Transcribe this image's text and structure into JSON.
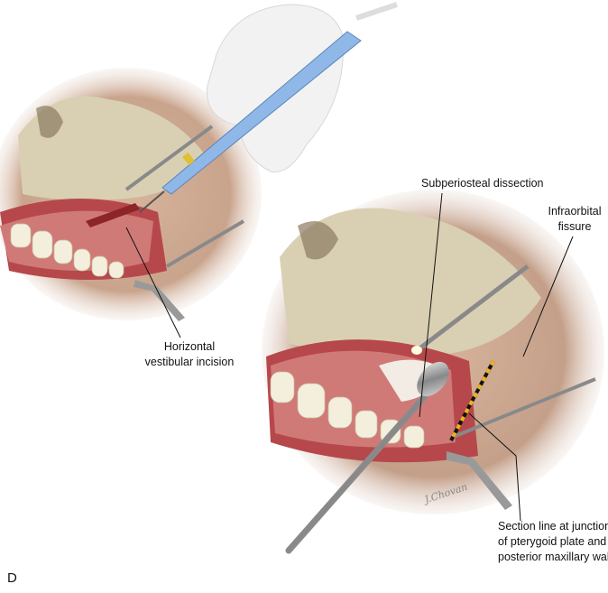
{
  "figure_letter": "D",
  "signature": "J.Chovan",
  "labels": {
    "subperiosteal": "Subperiosteal dissection",
    "infraorbital_1": "Infraorbital",
    "infraorbital_2": "fissure",
    "horizontal_1": "Horizontal",
    "horizontal_2": "vestibular incision",
    "section_1": "Section line at junction",
    "section_2": "of pterygoid plate and",
    "section_3": "posterior maxillary wall"
  },
  "colors": {
    "skin": "#c9a48c",
    "bone": "#d9d0b4",
    "gum": "#c9676a",
    "tooth": "#f4efdc",
    "glove": "#f2f2f2",
    "cautery": "#8fb8e8",
    "section_line": "#f0b020"
  }
}
